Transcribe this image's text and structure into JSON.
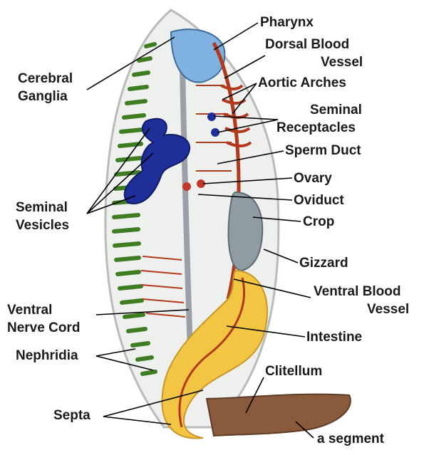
{
  "labels": {
    "pharynx": "Pharynx",
    "dorsal_blood_vessel_1": "Dorsal Blood",
    "dorsal_blood_vessel_2": "Vessel",
    "aortic_arches": "Aortic Arches",
    "seminal_receptacles_1": "Seminal",
    "seminal_receptacles_2": "Receptacles",
    "sperm_duct": "Sperm Duct",
    "ovary": "Ovary",
    "oviduct": "Oviduct",
    "crop": "Crop",
    "gizzard": "Gizzard",
    "ventral_blood_vessel_1": "Ventral Blood",
    "ventral_blood_vessel_2": "Vessel",
    "intestine": "Intestine",
    "clitellum": "Clitellum",
    "a_segment": "a segment",
    "cerebral_ganglia_1": "Cerebral",
    "cerebral_ganglia_2": "Ganglia",
    "seminal_vesicles_1": "Seminal",
    "seminal_vesicles_2": "Vesicles",
    "ventral_nerve_cord_1": "Ventral",
    "ventral_nerve_cord_2": "Nerve Cord",
    "nephridia": "Nephridia",
    "septa": "Septa"
  },
  "colors": {
    "body_wall": "#eef0ee",
    "nephridia": "#3f7d22",
    "seminal_vesicles": "#1f2f9a",
    "pharynx": "#7fb2e0",
    "blood_vessel": "#b3381c",
    "intestine": "#f2c542",
    "crop_gizzard": "#8f9ca3",
    "clitellum": "#8a5a3c",
    "label_text": "#1a1a1a"
  }
}
